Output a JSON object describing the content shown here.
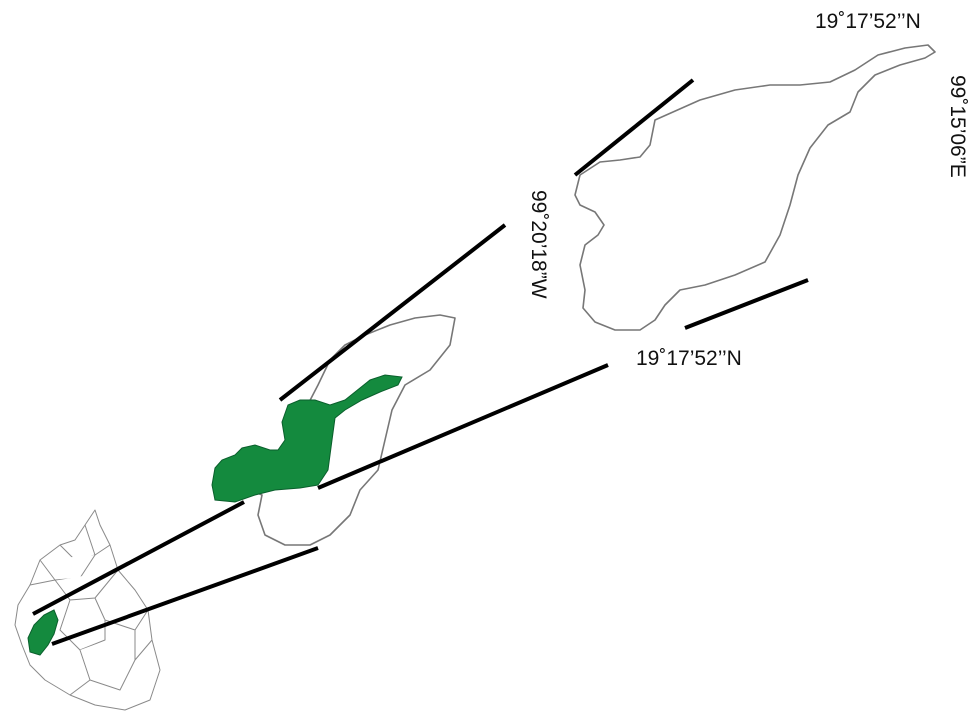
{
  "colors": {
    "highlight": "#148a3e",
    "leader": "#000000",
    "boundary": "#777777",
    "background": "#ffffff"
  },
  "labels": {
    "north_top": "19˚17’52’’N",
    "east_right": "99˚15’06”E",
    "west_middle": "99˚20’18”W",
    "north_bottom": "19˚17’52’’N"
  }
}
